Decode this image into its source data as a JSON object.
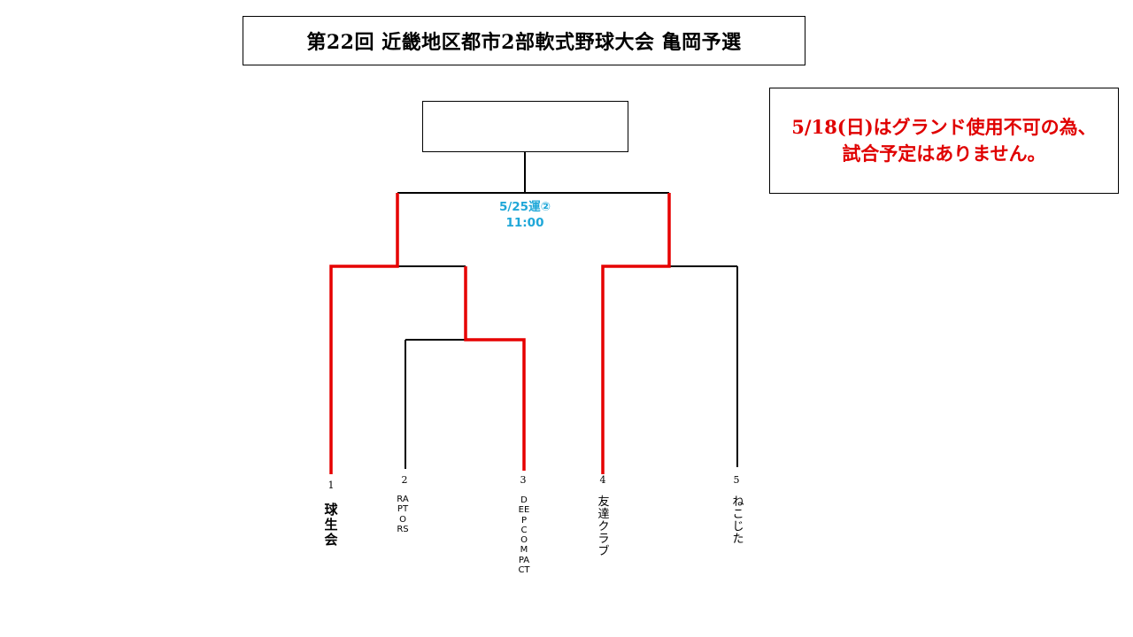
{
  "title": "第22回 近畿地区都市2部軟式野球大会 亀岡予選",
  "notice": {
    "line1": "5/18(日)はグランド使用不可の為、",
    "line2": "試合予定はありません。"
  },
  "final_match": {
    "date": "5/25運②",
    "time": "11:00"
  },
  "teams": [
    {
      "seed": "1",
      "name": "球生会"
    },
    {
      "seed": "2",
      "name": "RAPTORS"
    },
    {
      "seed": "3",
      "name": "DEEP COMPACT"
    },
    {
      "seed": "4",
      "name": "友達クラブ"
    },
    {
      "seed": "5",
      "name": "ねこじた"
    }
  ],
  "colors": {
    "advance_line": "#e60000",
    "normal_line": "#000000",
    "match_info": "#1fa7d8",
    "notice": "#e00000"
  }
}
